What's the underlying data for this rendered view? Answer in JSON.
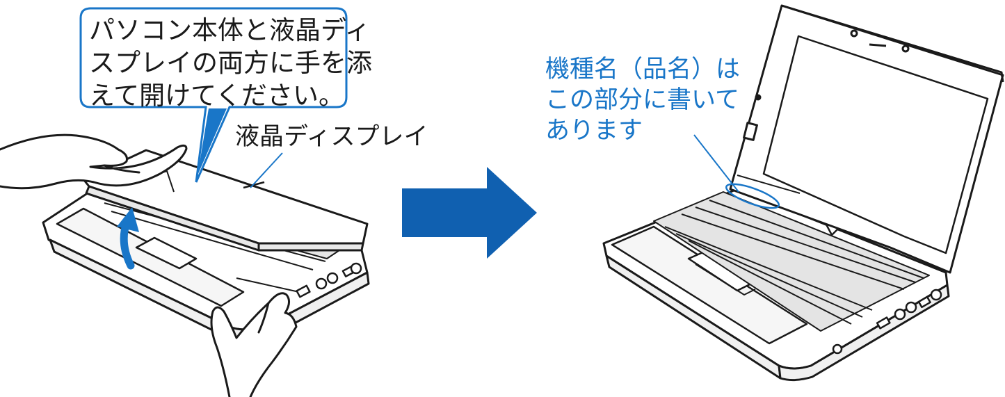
{
  "callout": {
    "lines": [
      "パソコン本体と液晶ディ",
      "スプレイの両方に手を添",
      "えて開けてください。"
    ]
  },
  "lcd_label": "液晶ディスプレイ",
  "model_note": {
    "lines": [
      "機種名（品名）は",
      "この部分に書いて",
      "あります"
    ]
  },
  "colors": {
    "bubble_border": "#1976c8",
    "arrow": "#1060b0",
    "lift_arrow": "#1976c8",
    "note_text": "#1976c8",
    "line_art": "#1a1a1a"
  },
  "icons": {
    "progress_arrow": "right-arrow-icon",
    "lift_arrow": "curved-up-arrow-icon"
  }
}
